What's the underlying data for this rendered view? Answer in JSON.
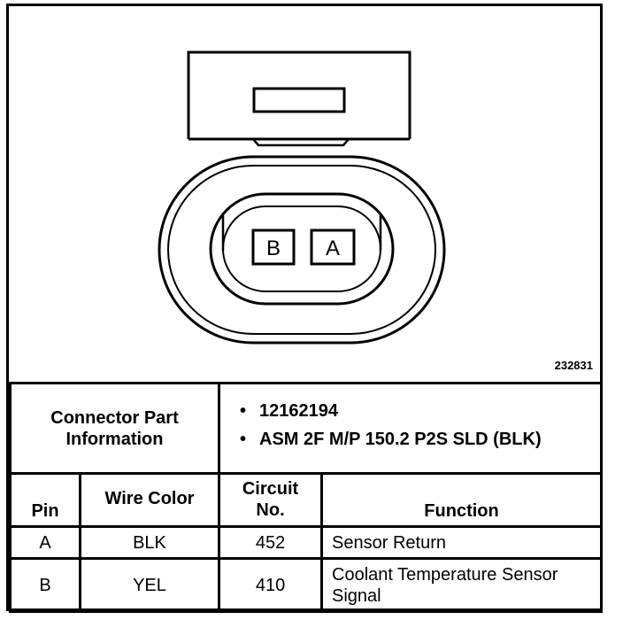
{
  "figure_id": "232831",
  "connector": {
    "pin_labels": [
      "B",
      "A"
    ]
  },
  "part_info": {
    "label": "Connector Part Information",
    "items": [
      "12162194",
      "ASM 2F M/P 150.2 P2S SLD (BLK)"
    ]
  },
  "table": {
    "headers": {
      "pin": "Pin",
      "wire_color": "Wire Color",
      "circuit": "Circuit No.",
      "function": "Function"
    },
    "rows": [
      {
        "pin": "A",
        "wire_color": "BLK",
        "circuit": "452",
        "function": "Sensor Return"
      },
      {
        "pin": "B",
        "wire_color": "YEL",
        "circuit": "410",
        "function": "Coolant Temperature Sensor Signal"
      }
    ]
  }
}
